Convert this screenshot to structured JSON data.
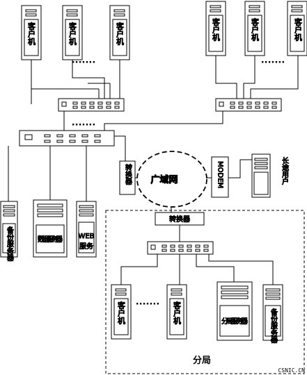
{
  "labels": {
    "client": "客户机",
    "wan": "广域网",
    "converter_left": "转换器",
    "converter_branch": "转换器",
    "modem": "MODEM",
    "remote_user": "长途用户",
    "backup_server": "备份服务器",
    "data_server": "数据服务器",
    "web_server_line1": "WEB",
    "web_server_line2": "服务",
    "branch_server": "分局服务器",
    "branch_backup_server": "备份服务器",
    "branch": "分局",
    "ellipsis": "·······",
    "watermark": "CSNIC.CN"
  },
  "colors": {
    "stroke": "#000000",
    "background": "#ffffff"
  }
}
